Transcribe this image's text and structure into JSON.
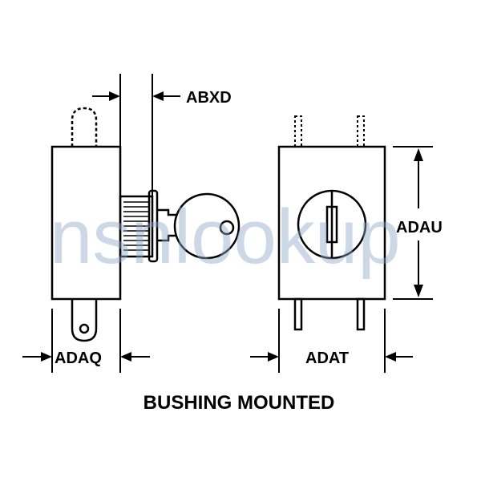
{
  "labels": {
    "abxd": "ABXD",
    "adau": "ADAU",
    "adaq": "ADAQ",
    "adat": "ADAT"
  },
  "caption": "BUSHING MOUNTED",
  "watermark": "nsnlookup",
  "colors": {
    "line": "#000000",
    "watermark": "#8fa9c9",
    "watermark_accent": "#f5a25d"
  }
}
